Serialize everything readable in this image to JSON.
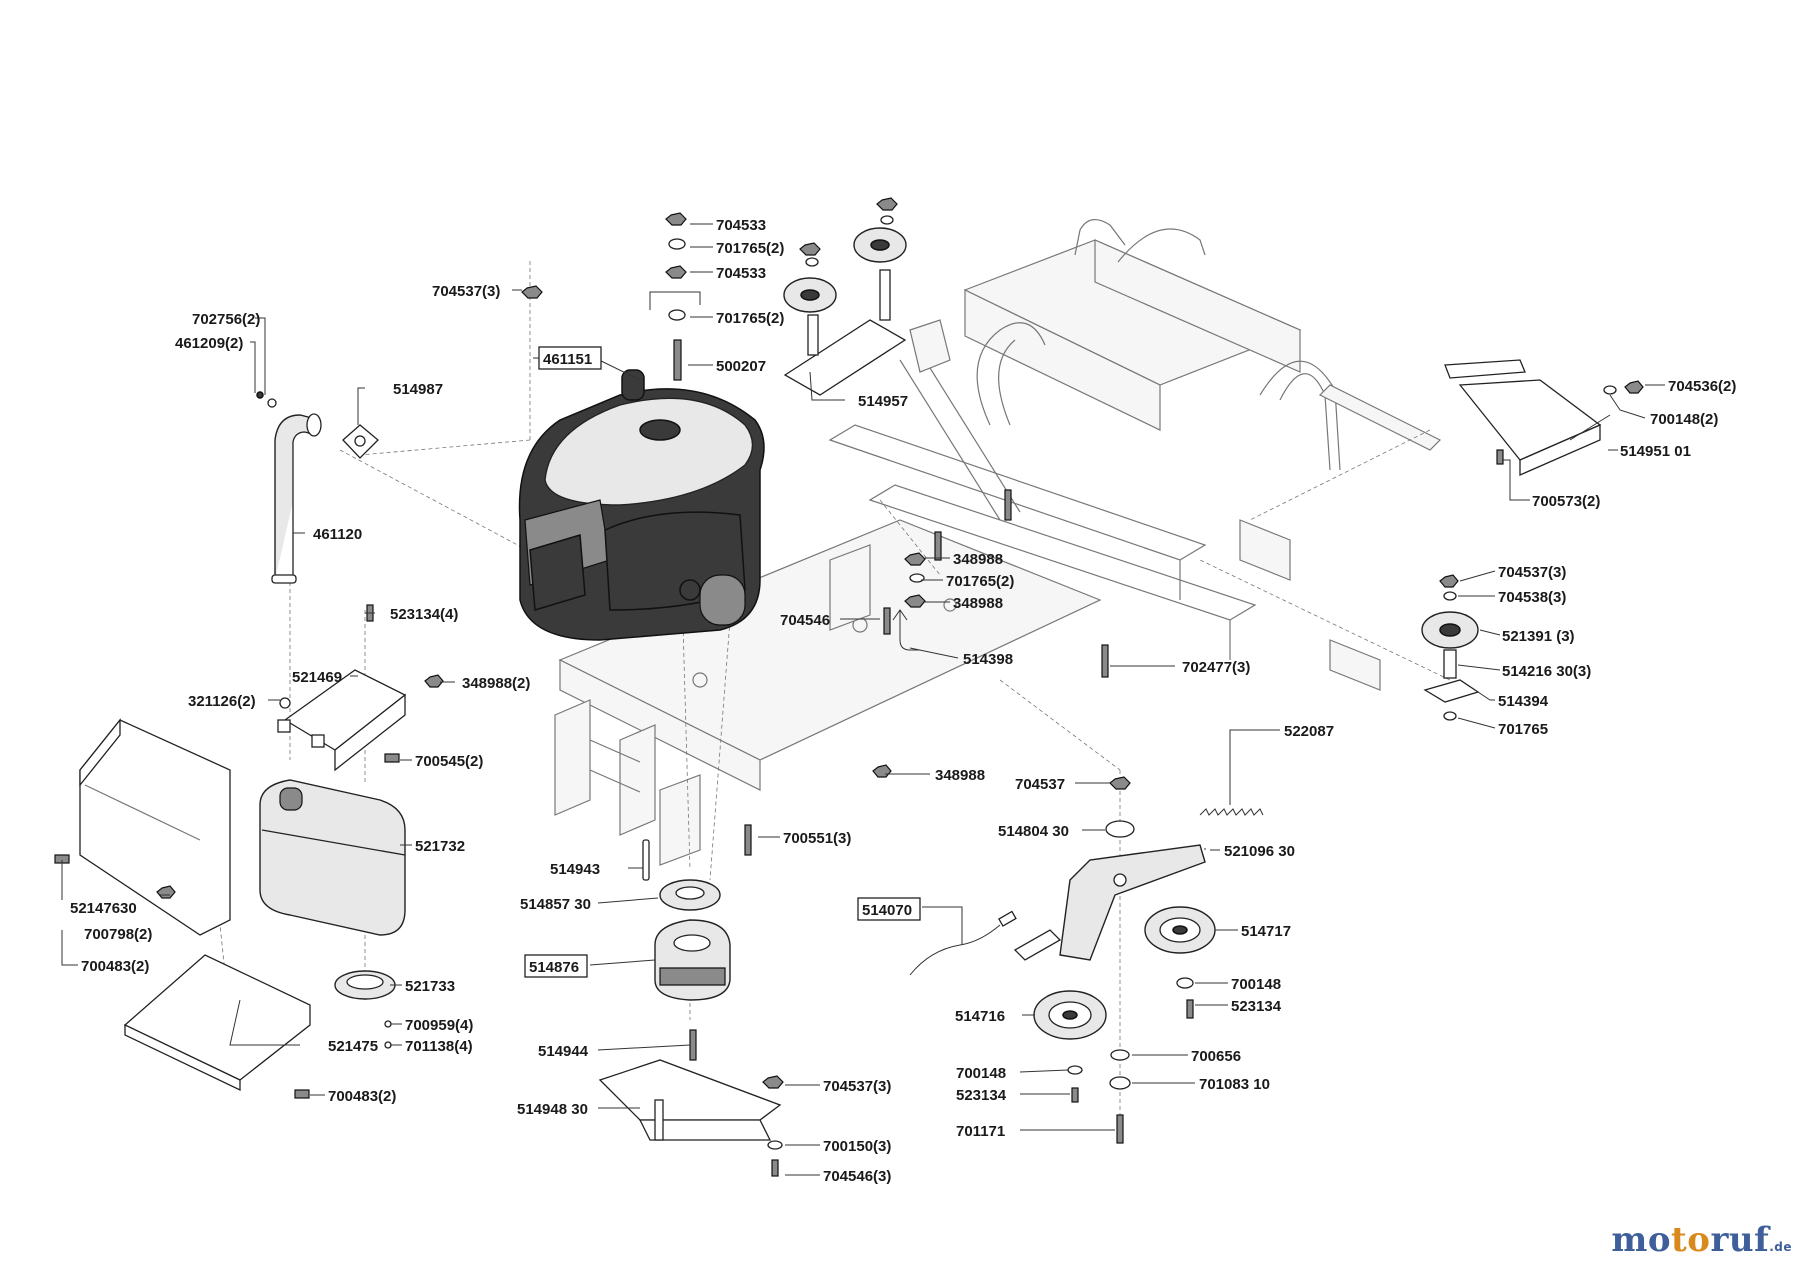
{
  "labels": [
    {
      "id": "l01",
      "text": "704533"
    },
    {
      "id": "l02",
      "text": "701765(2)"
    },
    {
      "id": "l03",
      "text": "704533"
    },
    {
      "id": "l04",
      "text": "701765(2)"
    },
    {
      "id": "l05",
      "text": "500207"
    },
    {
      "id": "l06",
      "text": "704537(3)"
    },
    {
      "id": "l07",
      "text": "702756(2)"
    },
    {
      "id": "l08",
      "text": "461209(2)"
    },
    {
      "id": "l09",
      "text": "514987"
    },
    {
      "id": "l10",
      "text": "461151",
      "boxed": true
    },
    {
      "id": "l11",
      "text": "514957"
    },
    {
      "id": "l12",
      "text": "461120"
    },
    {
      "id": "l13",
      "text": "348988"
    },
    {
      "id": "l14",
      "text": "701765(2)"
    },
    {
      "id": "l15",
      "text": "348988"
    },
    {
      "id": "l16",
      "text": "704546"
    },
    {
      "id": "l17",
      "text": "514398"
    },
    {
      "id": "l18",
      "text": "523134(4)"
    },
    {
      "id": "l19",
      "text": "521469"
    },
    {
      "id": "l20",
      "text": "348988(2)"
    },
    {
      "id": "l21",
      "text": "321126(2)"
    },
    {
      "id": "l22",
      "text": "700545(2)"
    },
    {
      "id": "l23",
      "text": "702477(3)"
    },
    {
      "id": "l24",
      "text": "704536(2)"
    },
    {
      "id": "l25",
      "text": "700148(2)"
    },
    {
      "id": "l26",
      "text": "514951 01"
    },
    {
      "id": "l27",
      "text": "700573(2)"
    },
    {
      "id": "l28",
      "text": "704537(3)"
    },
    {
      "id": "l29",
      "text": "704538(3)"
    },
    {
      "id": "l30",
      "text": "521391 (3)"
    },
    {
      "id": "l31",
      "text": "514216 30(3)"
    },
    {
      "id": "l32",
      "text": "514394"
    },
    {
      "id": "l33",
      "text": "701765"
    },
    {
      "id": "l34",
      "text": "522087"
    },
    {
      "id": "l35",
      "text": "348988"
    },
    {
      "id": "l36",
      "text": "704537"
    },
    {
      "id": "l37",
      "text": "514804 30"
    },
    {
      "id": "l38",
      "text": "521096 30"
    },
    {
      "id": "l39",
      "text": "700551(3)"
    },
    {
      "id": "l40",
      "text": "514943"
    },
    {
      "id": "l41",
      "text": "514857 30"
    },
    {
      "id": "l42",
      "text": "514070",
      "boxed": true
    },
    {
      "id": "l43",
      "text": "514717"
    },
    {
      "id": "l44",
      "text": "521732"
    },
    {
      "id": "l45",
      "text": "52147630"
    },
    {
      "id": "l46",
      "text": "700798(2)"
    },
    {
      "id": "l47",
      "text": "700483(2)"
    },
    {
      "id": "l48",
      "text": "514876",
      "boxed": true
    },
    {
      "id": "l49",
      "text": "700148"
    },
    {
      "id": "l50",
      "text": "523134"
    },
    {
      "id": "l51",
      "text": "521733"
    },
    {
      "id": "l52",
      "text": "514716"
    },
    {
      "id": "l53",
      "text": "700959(4)"
    },
    {
      "id": "l54",
      "text": "701138(4)"
    },
    {
      "id": "l55",
      "text": "521475"
    },
    {
      "id": "l56",
      "text": "514944"
    },
    {
      "id": "l57",
      "text": "700656"
    },
    {
      "id": "l58",
      "text": "700148"
    },
    {
      "id": "l59",
      "text": "701083 10"
    },
    {
      "id": "l60",
      "text": "523134"
    },
    {
      "id": "l61",
      "text": "704537(3)"
    },
    {
      "id": "l62",
      "text": "514948 30"
    },
    {
      "id": "l63",
      "text": "700150(3)"
    },
    {
      "id": "l64",
      "text": "701171"
    },
    {
      "id": "l65",
      "text": "700483(2)"
    },
    {
      "id": "l66",
      "text": "704546(3)"
    }
  ],
  "watermark": {
    "part1": "mo",
    "part2": "to",
    "part3": "ruf",
    "suffix": ".de"
  }
}
